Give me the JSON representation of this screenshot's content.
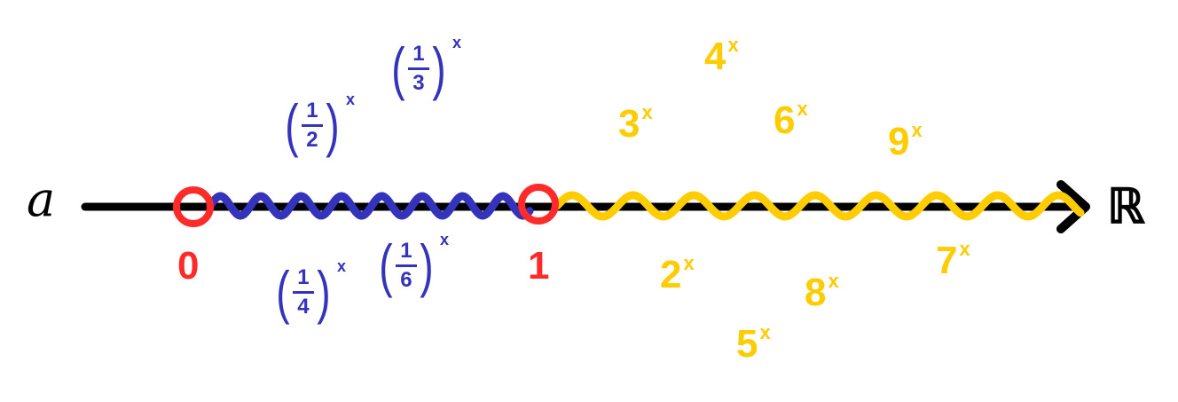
{
  "colors": {
    "axis": "#000000",
    "point": "#FF2B2B",
    "decay": "#3333BB",
    "growth": "#FFCC00"
  },
  "variable": "a",
  "set_label": "ℝ",
  "points": [
    "0",
    "1"
  ],
  "decay_labels": [
    {
      "num": "1",
      "den": "2",
      "exp": "x"
    },
    {
      "num": "1",
      "den": "3",
      "exp": "x"
    },
    {
      "num": "1",
      "den": "4",
      "exp": "x"
    },
    {
      "num": "1",
      "den": "6",
      "exp": "x"
    }
  ],
  "growth_labels": [
    {
      "base": "2",
      "exp": "x"
    },
    {
      "base": "3",
      "exp": "x"
    },
    {
      "base": "4",
      "exp": "x"
    },
    {
      "base": "5",
      "exp": "x"
    },
    {
      "base": "6",
      "exp": "x"
    },
    {
      "base": "7",
      "exp": "x"
    },
    {
      "base": "8",
      "exp": "x"
    },
    {
      "base": "9",
      "exp": "x"
    }
  ]
}
